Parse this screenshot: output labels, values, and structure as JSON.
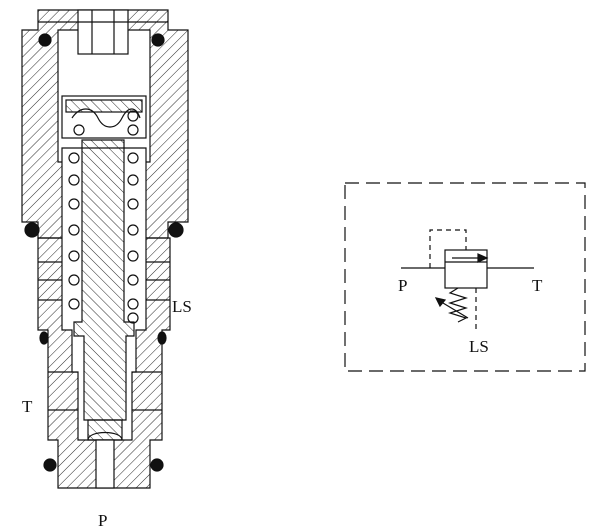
{
  "cross_section": {
    "port_labels": {
      "ls": "LS",
      "t": "T",
      "p": "P"
    }
  },
  "symbol": {
    "port_labels": {
      "p": "P",
      "t": "T",
      "ls": "LS"
    }
  },
  "colors": {
    "line": "#111111",
    "background": "#ffffff"
  }
}
